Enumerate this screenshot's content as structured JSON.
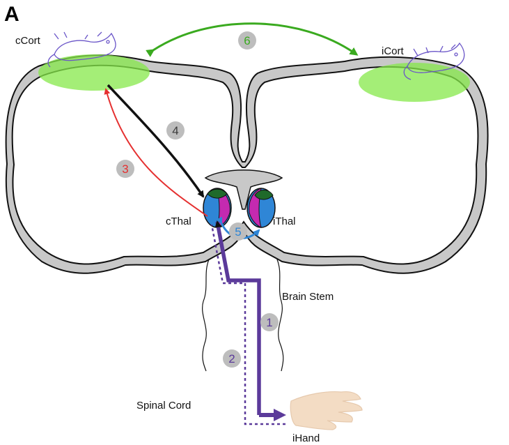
{
  "panel_letter": "A",
  "labels": {
    "ccort": "cCort",
    "icort": "iCort",
    "cthal": "cThal",
    "ithal": "iThal",
    "brain_stem": "Brain Stem",
    "spinal_cord": "Spinal Cord",
    "ihand": "iHand"
  },
  "pathways": [
    {
      "number": "1",
      "color": "#5b3a9a"
    },
    {
      "number": "2",
      "color": "#5b3a9a"
    },
    {
      "number": "3",
      "color": "#e53030"
    },
    {
      "number": "4",
      "color": "#3a3a3a"
    },
    {
      "number": "5",
      "color": "#2f86d6"
    },
    {
      "number": "6",
      "color": "#3aaa1f"
    }
  ],
  "colors": {
    "cortex_fill": "#c8c8c8",
    "cortex_highlight": "#86e84a",
    "rat_outline": "#6a55c8",
    "thalamus_blue": "#2f86d6",
    "thalamus_magenta": "#c42ab0",
    "thalamus_green": "#1f6a2a",
    "hand_skin": "#f3dcc4"
  },
  "icons": [
    "rat-icon",
    "hand-icon"
  ]
}
